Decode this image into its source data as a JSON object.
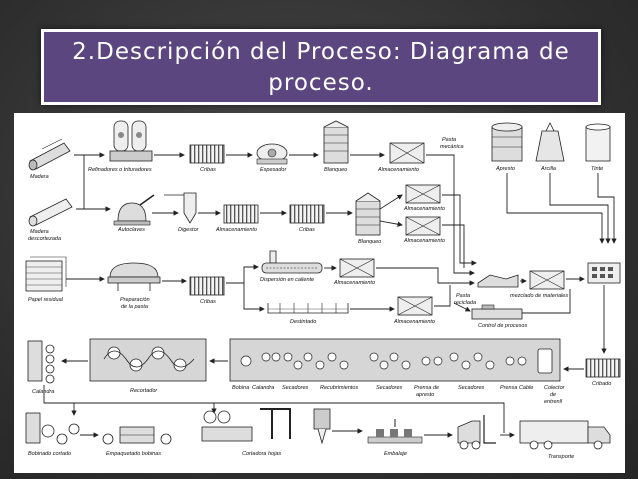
{
  "title": {
    "line1": "2.Descripción del Proceso: Diagrama de",
    "line2": "proceso."
  },
  "labels": {
    "madera": "Madera",
    "refinadores": "Refinadores o trituradores",
    "cribas1": "Cribas",
    "espesador": "Espesador",
    "blanqueo1": "Blanqueo",
    "almacenamiento1": "Almacenamiento",
    "pasta_mecanica_1": "Pasta",
    "pasta_mecanica_2": "mecánica",
    "apresto": "Apresto",
    "arcilla": "Arcilla",
    "tinte": "Tinte",
    "madera_desc_1": "Madera",
    "madera_desc_2": "descortezada",
    "autoclaves": "Autoclaves",
    "digestor": "Digestor",
    "almacenamiento2": "Almacenamiento",
    "cribas2": "Cribas",
    "almacenamiento3": "Almacenamiento",
    "blanqueo2": "Blanqueo",
    "almacenamiento4": "Almacenamiento",
    "papel_residual": "Papel residual",
    "preparacion_1": "Preparación",
    "preparacion_2": "de la pasta",
    "cribas3": "Cribas",
    "dispersion": "Dispersión en caliente",
    "almacenamiento5": "Almacenamiento",
    "pasta_reciclada_1": "Pasta",
    "pasta_reciclada_2": "reciclada",
    "mezclado": "mezclado de materiales",
    "destintado": "Destintado",
    "almacenamiento6": "Almacenamiento",
    "control": "Control de procesos",
    "calandra1": "Calandra",
    "recortador": "Recortador",
    "bobina": "Bobina",
    "calandra2": "Calandra",
    "secadores1": "Secadores",
    "recubrimientos": "Recubrimientos",
    "secadores2": "Secadores",
    "prensa_1": "Prensa de",
    "prensa_2": "apresto",
    "secadores3": "Secadores",
    "prensa_cable": "Prensa  Cable",
    "colector_1": "Colector",
    "colector_2": "de",
    "colector_3": "entrenll",
    "cribado": "Cribado",
    "bobinado": "Bobinado cortado",
    "empaquetado": "Empaquetado bobinas",
    "cortadora": "Cortadora hojas",
    "embalaje": "Embalaje",
    "transporte": "Transporte"
  }
}
